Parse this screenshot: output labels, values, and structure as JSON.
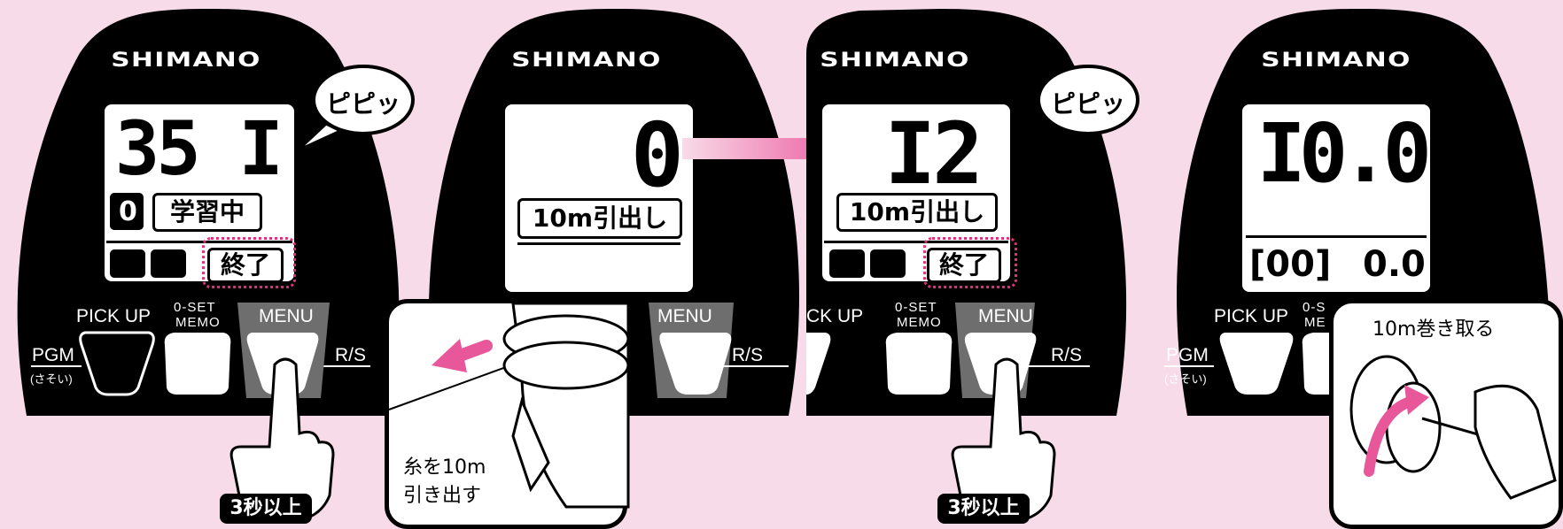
{
  "brand": "SHIMANO",
  "labels": {
    "pick_up": "PICK UP",
    "oset": "0-SET",
    "memo": "MEMO",
    "menu": "MENU",
    "rs": "R/S",
    "pgm": "PGM",
    "pgm_sub": "(さそい)",
    "pick_up_clipped": "CK UP",
    "oset_clipped": "0-S",
    "memo_clipped": "ME"
  },
  "panel1": {
    "count": "35 I",
    "digit": "0",
    "status": "学習中",
    "end_label": "終了",
    "bubble": "ピピッ",
    "hold": "3秒以上"
  },
  "panel2": {
    "count": "0",
    "instruction": "10m引出し",
    "caption_line1": "糸を10m",
    "caption_line2": "引き出す"
  },
  "panel3": {
    "count": "I2",
    "instruction": "10m引出し",
    "end_label": "終了",
    "bubble": "ピピッ",
    "hold": "3秒以上"
  },
  "panel4": {
    "count": "I0.0",
    "sub_left": "[00]",
    "sub_right": "0.0",
    "caption": "10m巻き取る"
  },
  "colors": {
    "background": "#f8dbe8",
    "accent": "#e8358a",
    "device": "#000000",
    "menu_button": "#6e6e6e"
  }
}
